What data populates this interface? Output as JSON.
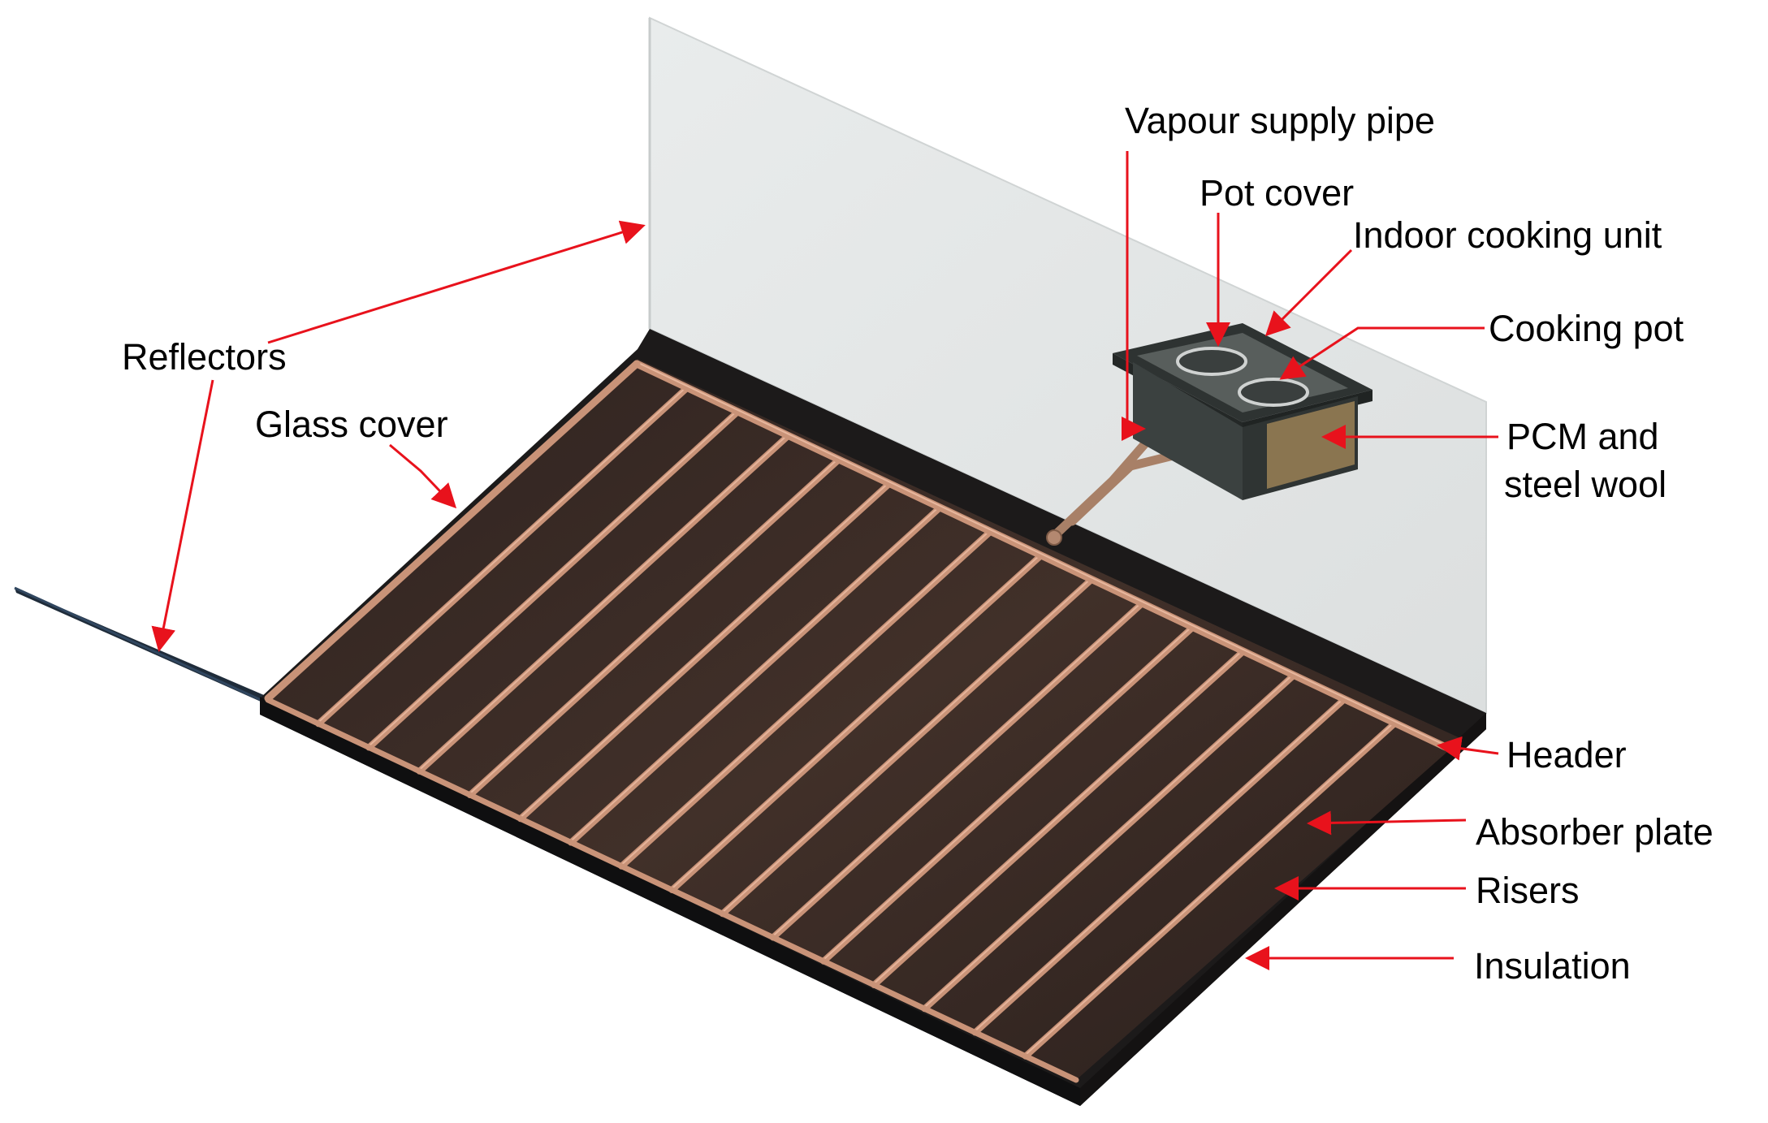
{
  "labels": {
    "vapour_supply_pipe": "Vapour supply pipe",
    "pot_cover": "Pot cover",
    "indoor_cooking_unit": "Indoor cooking unit",
    "cooking_pot": "Cooking pot",
    "pcm_line1": "PCM and",
    "pcm_line2": "steel wool",
    "reflectors": "Reflectors",
    "glass_cover": "Glass cover",
    "header": "Header",
    "absorber_plate": "Absorber plate",
    "risers": "Risers",
    "insulation": "Insulation"
  },
  "colors": {
    "arrow": "#e8121c",
    "reflector": "#e3e6e5",
    "absorber": "#3a2a26",
    "copper": "#c99378",
    "frame": "#1c1a1a",
    "box": "#3b4140",
    "pcm": "#8a7550"
  }
}
